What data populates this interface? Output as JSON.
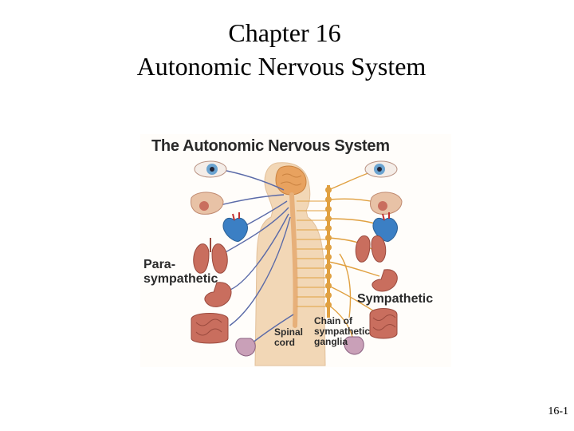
{
  "slide": {
    "title_line_1": "Chapter 16",
    "title_line_2": "Autonomic Nervous System",
    "page_number": "16-1"
  },
  "figure": {
    "title": "The Autonomic Nervous System",
    "label_parasympathetic": "Para-\nsympathetic",
    "label_sympathetic": "Sympathetic",
    "label_spinal_cord": "Spinal\ncord",
    "label_chain": "Chain of\nsympathetic\nganglia",
    "colors": {
      "body": "#f2d7b6",
      "brain": "#e8a25f",
      "spinal_cord": "#e7b07a",
      "parasympathetic_nerves": "#5a6aa8",
      "sympathetic_nerves": "#e0a040",
      "organs": "#c96e5e",
      "heart": "#3b7fc4",
      "eye_iris": "#6aa3d0"
    },
    "organ_icons": [
      "eye-icon",
      "salivary-gland-icon",
      "heart-icon",
      "lung-icon",
      "stomach-icon",
      "intestine-icon",
      "bladder-icon"
    ]
  }
}
